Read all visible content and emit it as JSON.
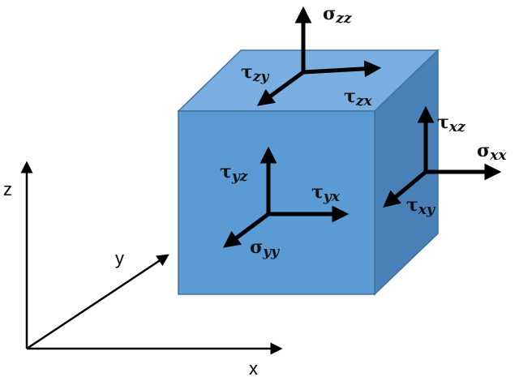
{
  "colors": {
    "front": "#5b9bd5",
    "top": "#7aaee0",
    "side": "#4a80b8",
    "edge": "#41719c",
    "arrow": "#000000"
  },
  "axes": {
    "x": "x",
    "y": "y",
    "z": "z"
  },
  "top_face": {
    "normal": {
      "symbol": "σ",
      "sub": "zz"
    },
    "shear1": {
      "symbol": "τ",
      "sub": "zy"
    },
    "shear2": {
      "symbol": "τ",
      "sub": "zx"
    }
  },
  "front_face": {
    "normal": {
      "symbol": "σ",
      "sub": "yy"
    },
    "shear1": {
      "symbol": "τ",
      "sub": "yz"
    },
    "shear2": {
      "symbol": "τ",
      "sub": "yx"
    }
  },
  "side_face": {
    "normal": {
      "symbol": "σ",
      "sub": "xx"
    },
    "shear1": {
      "symbol": "τ",
      "sub": "xz"
    },
    "shear2": {
      "symbol": "τ",
      "sub": "xy"
    }
  }
}
